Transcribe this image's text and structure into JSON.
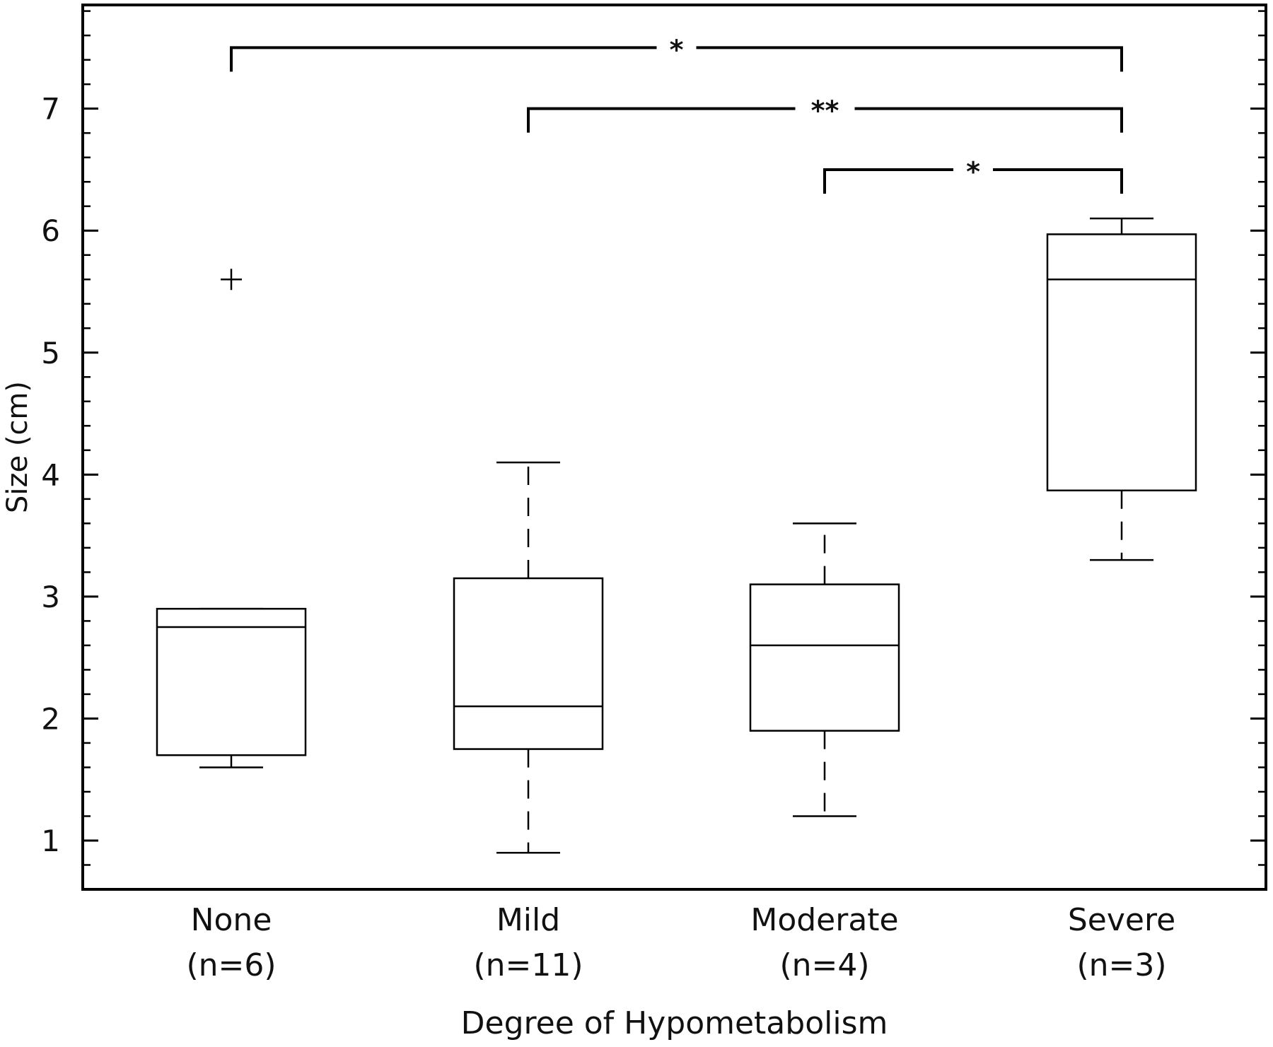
{
  "chart_data": {
    "type": "box",
    "xlabel": "Degree of Hypometabolism",
    "ylabel": "Size (cm)",
    "ylim": [
      0.6,
      7.85
    ],
    "yticks": [
      1,
      2,
      3,
      4,
      5,
      6,
      7
    ],
    "grid": false,
    "legend": "none",
    "groups": [
      {
        "label": "None",
        "n_label": "(n=6)",
        "whisker_low": 1.6,
        "q1": 1.7,
        "median": 2.75,
        "q3": 2.9,
        "whisker_high": 2.9,
        "outliers": [
          5.6
        ]
      },
      {
        "label": "Mild",
        "n_label": "(n=11)",
        "whisker_low": 0.9,
        "q1": 1.75,
        "median": 2.1,
        "q3": 3.15,
        "whisker_high": 4.1,
        "outliers": []
      },
      {
        "label": "Moderate",
        "n_label": "(n=4)",
        "whisker_low": 1.2,
        "q1": 1.9,
        "median": 2.6,
        "q3": 3.1,
        "whisker_high": 3.6,
        "outliers": []
      },
      {
        "label": "Severe",
        "n_label": "(n=3)",
        "whisker_low": 3.3,
        "q1": 3.87,
        "median": 5.6,
        "q3": 5.97,
        "whisker_high": 6.1,
        "outliers": []
      }
    ],
    "significance": [
      {
        "from": 0,
        "to": 3,
        "y": 7.5,
        "label": "*"
      },
      {
        "from": 1,
        "to": 3,
        "y": 7.0,
        "label": "**"
      },
      {
        "from": 2,
        "to": 3,
        "y": 6.5,
        "label": "*"
      }
    ]
  }
}
